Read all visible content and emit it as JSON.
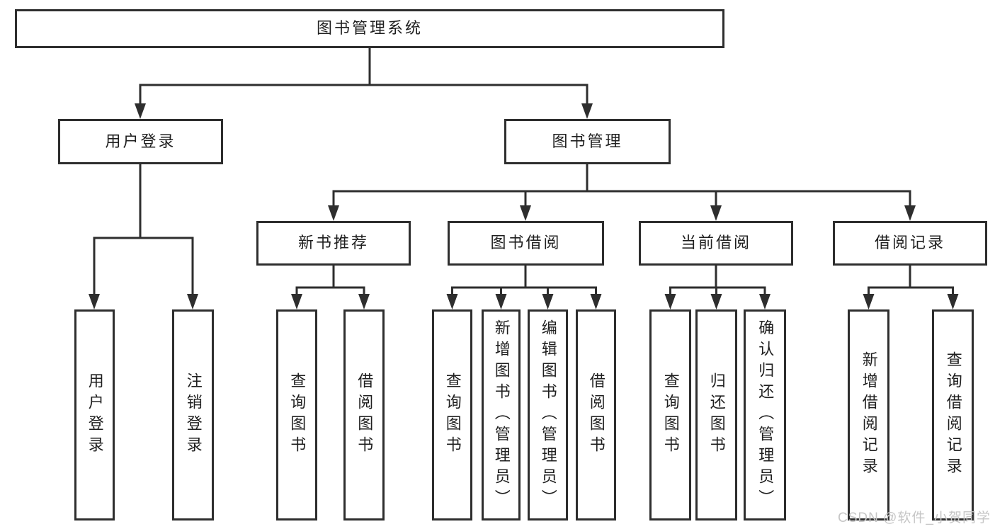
{
  "diagram": {
    "root": "图书管理系统",
    "branches": [
      {
        "label": "用户登录",
        "children": [
          "用户登录",
          "注销登录"
        ]
      },
      {
        "label": "图书管理",
        "groups": [
          {
            "label": "新书推荐",
            "children": [
              "查询图书",
              "借阅图书"
            ]
          },
          {
            "label": "图书借阅",
            "children": [
              "查询图书",
              "新增图书（管理员）",
              "编辑图书（管理员）",
              "借阅图书"
            ]
          },
          {
            "label": "当前借阅",
            "children": [
              "查询图书",
              "归还图书",
              "确认归还（管理员）"
            ]
          },
          {
            "label": "借阅记录",
            "children": [
              "新增借阅记录",
              "查询借阅记录"
            ]
          }
        ]
      }
    ]
  },
  "watermark": {
    "text": "CSDN @软件_小贺同学"
  },
  "colors": {
    "line": "#2e2e2e",
    "text": "#1f1f1f",
    "background": "#ffffff",
    "watermark": "#c6c6c6"
  }
}
